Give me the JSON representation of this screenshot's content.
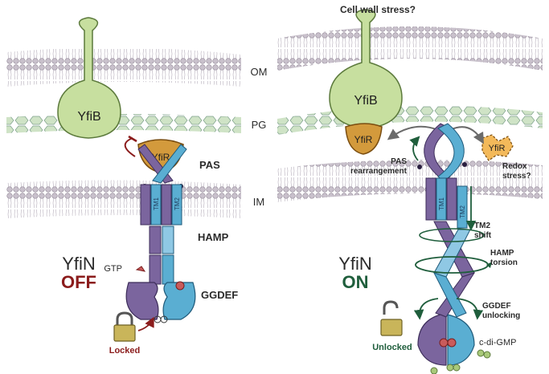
{
  "top_note": "Cell wall stress?",
  "layers": {
    "om": "OM",
    "pg": "PG",
    "im": "IM"
  },
  "proteins": {
    "yfib": "YfiB",
    "yfir": "YfiR",
    "tm1": "TM1",
    "tm2": "TM2"
  },
  "domains": {
    "pas": "PAS",
    "hamp": "HAMP",
    "ggdef": "GGDEF"
  },
  "left": {
    "name": "YfiN",
    "state": "OFF",
    "gtp": "GTP",
    "lock": "Locked"
  },
  "right": {
    "name": "YfiN",
    "state": "ON",
    "redox": [
      "Redox",
      "stress?"
    ],
    "pas_rearr": [
      "PAS",
      "rearrangement"
    ],
    "tm2_shift": [
      "TM2",
      "shift"
    ],
    "hamp_torsion": [
      "HAMP",
      "torsion"
    ],
    "ggdef_unlock": [
      "GGDEF",
      "unlocking"
    ],
    "lock": "Unlocked",
    "product": "c-di-GMP"
  },
  "colors": {
    "yfib": "#c7df9f",
    "yfir": "#d39a3c",
    "purple": "#7b659e",
    "blue": "#5aaed2",
    "off": "#8b1c1c",
    "on": "#1f5e3c"
  }
}
